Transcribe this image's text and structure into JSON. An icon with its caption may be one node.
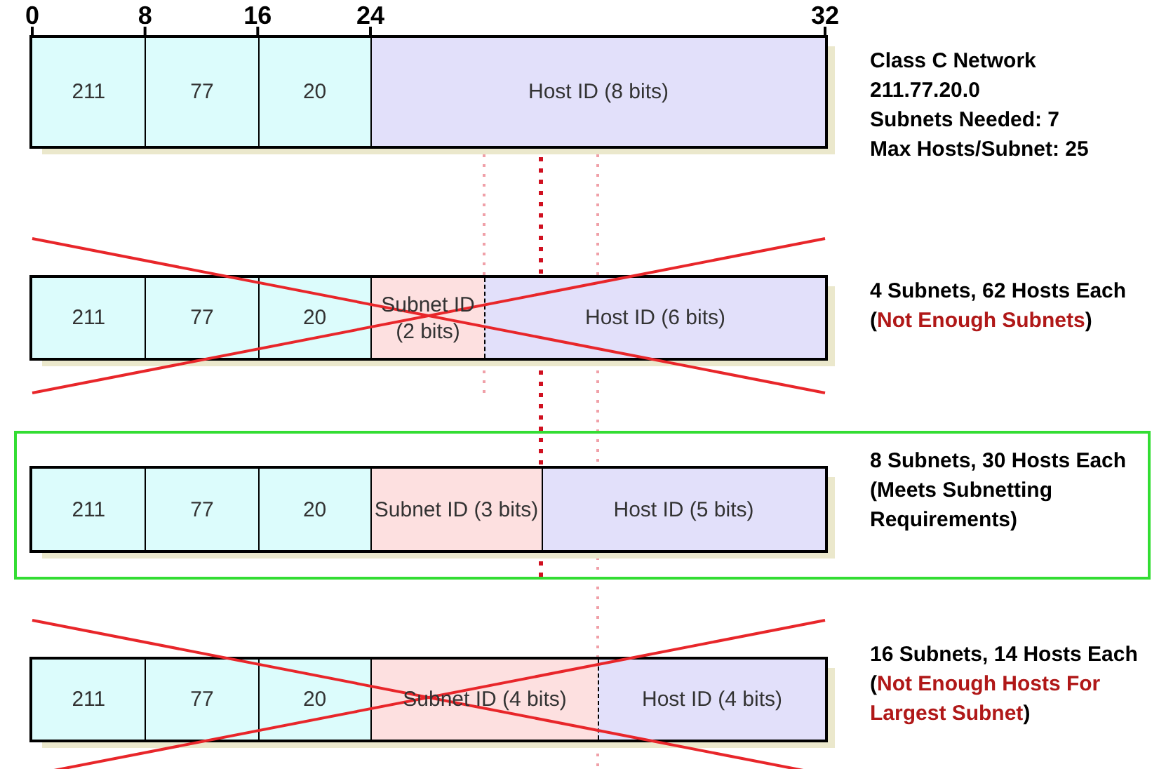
{
  "diagram": {
    "nodes": [
      {
        "text": [],
        "shape": "bar",
        "beside": [
          "Class C Network",
          "211.77.20.0",
          "Subnets Needed: 7",
          "Max Hosts/Subnet: 25"
        ]
      },
      {
        "text": [
          "211"
        ],
        "in": 0
      },
      {
        "text": [
          "77"
        ],
        "in": 0
      },
      {
        "text": [
          "20"
        ],
        "in": 0
      },
      {
        "text": [
          "Host ID (8 bits)"
        ],
        "in": 0
      },
      {
        "text": [],
        "shape": "bar",
        "beside": [
          "4 Subnets, 62 Hosts Each",
          "(Not Enough Subnets)"
        ]
      },
      {
        "text": [
          "211"
        ],
        "in": 5
      },
      {
        "text": [
          "77"
        ],
        "in": 5
      },
      {
        "text": [
          "20"
        ],
        "in": 5
      },
      {
        "text": [
          "Subnet ID (2 bits)"
        ],
        "in": 5
      },
      {
        "text": [
          "Host ID (6 bits)"
        ],
        "in": 5
      },
      {
        "text": [],
        "shape": "box"
      },
      {
        "text": [],
        "shape": "bar",
        "in": 11,
        "beside": [
          "8 Subnets, 30 Hosts Each",
          "(Meets Subnetting Requirements)"
        ]
      },
      {
        "text": [
          "211"
        ],
        "in": 12
      },
      {
        "text": [
          "77"
        ],
        "in": 12
      },
      {
        "text": [
          "20"
        ],
        "in": 12
      },
      {
        "text": [
          "Subnet ID (3 bits)"
        ],
        "in": 12
      },
      {
        "text": [
          "Host ID (5 bits)"
        ],
        "in": 12
      },
      {
        "text": [],
        "shape": "bar",
        "beside": [
          "16 Subnets, 14 Hosts Each",
          "(Not Enough Hosts For Largest Subnet)"
        ]
      },
      {
        "text": [
          "211"
        ],
        "in": 18
      },
      {
        "text": [
          "77"
        ],
        "in": 18
      },
      {
        "text": [
          "20"
        ],
        "in": 18
      },
      {
        "text": [
          "Subnet ID (4 bits)"
        ],
        "in": 18
      },
      {
        "text": [
          "Host ID (4 bits)"
        ],
        "in": 18
      }
    ],
    "labels": [
      "0",
      "8",
      "16",
      "24",
      "32"
    ]
  }
}
